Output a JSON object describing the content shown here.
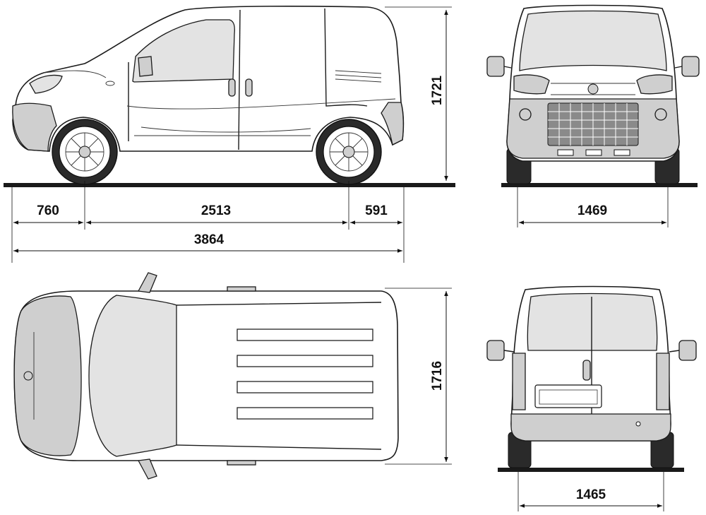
{
  "dimensions": {
    "front_overhang": "760",
    "wheelbase": "2513",
    "rear_overhang": "591",
    "overall_length": "3864",
    "height": "1721",
    "front_track": "1469",
    "width": "1716",
    "rear_track": "1465"
  }
}
